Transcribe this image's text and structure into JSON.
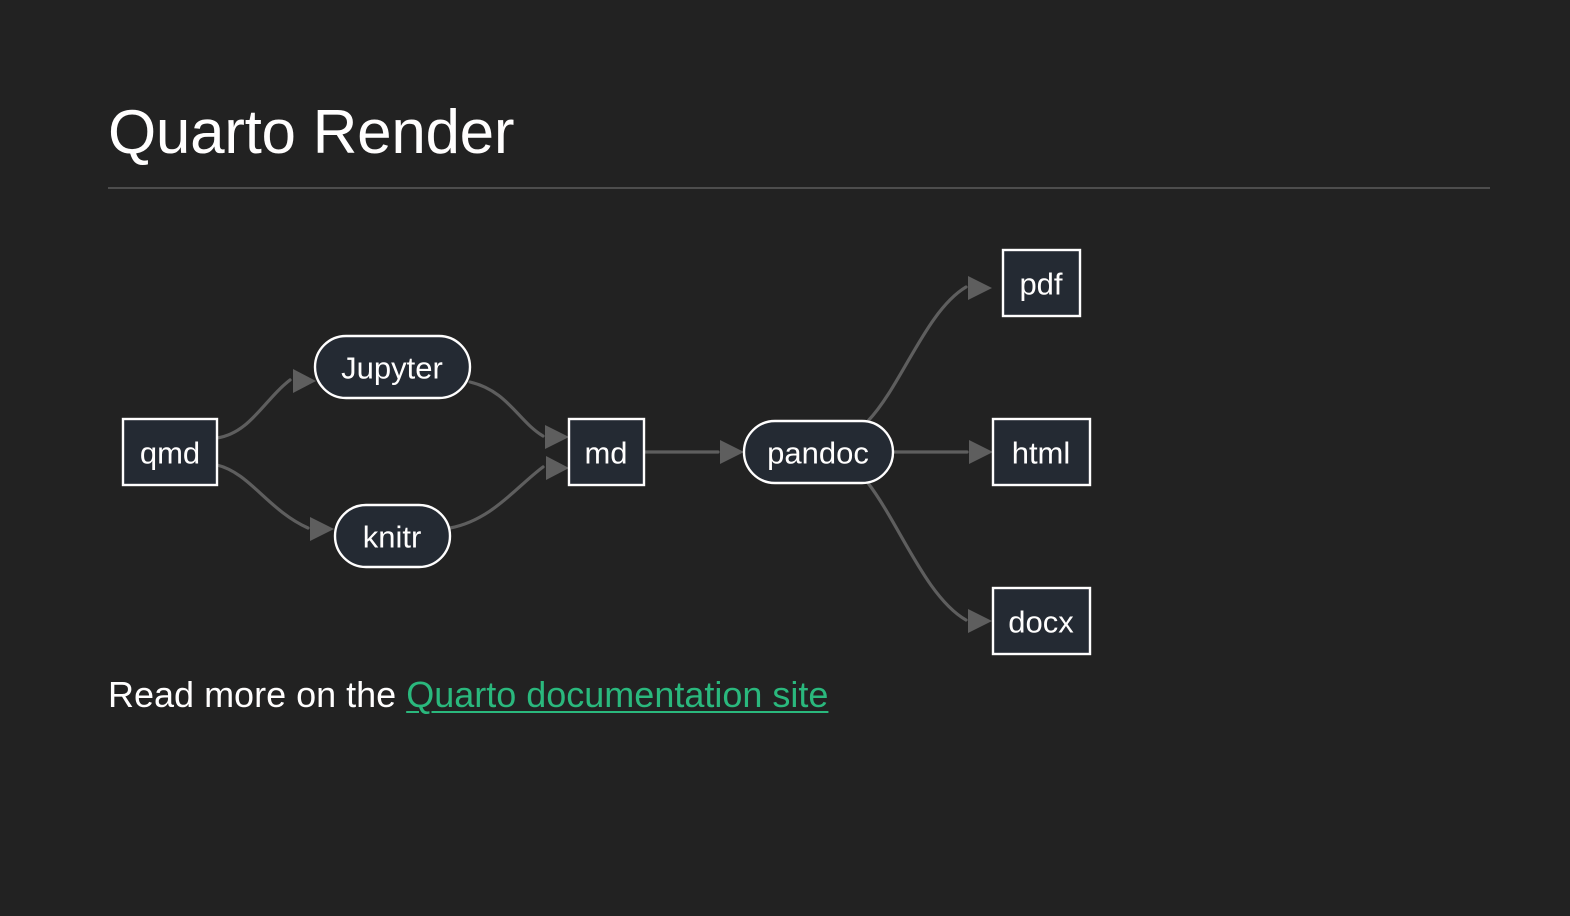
{
  "slide": {
    "title": "Quarto Render",
    "background_color": "#222222",
    "text_color": "#fffefe",
    "rule_color": "#4d4d4d"
  },
  "diagram": {
    "type": "flowchart",
    "direction": "left-to-right",
    "node_fill": "#242a33",
    "node_stroke": "#fffefe",
    "edge_color": "#5e5e5e",
    "nodes": [
      {
        "id": "qmd",
        "label": "qmd",
        "shape": "rect"
      },
      {
        "id": "jupyter",
        "label": "Jupyter",
        "shape": "stadium"
      },
      {
        "id": "knitr",
        "label": "knitr",
        "shape": "stadium"
      },
      {
        "id": "md",
        "label": "md",
        "shape": "rect"
      },
      {
        "id": "pandoc",
        "label": "pandoc",
        "shape": "stadium"
      },
      {
        "id": "pdf",
        "label": "pdf",
        "shape": "rect"
      },
      {
        "id": "html",
        "label": "html",
        "shape": "rect"
      },
      {
        "id": "docx",
        "label": "docx",
        "shape": "rect"
      }
    ],
    "edges": [
      {
        "from": "qmd",
        "to": "jupyter"
      },
      {
        "from": "qmd",
        "to": "knitr"
      },
      {
        "from": "jupyter",
        "to": "md"
      },
      {
        "from": "knitr",
        "to": "md"
      },
      {
        "from": "md",
        "to": "pandoc"
      },
      {
        "from": "pandoc",
        "to": "pdf"
      },
      {
        "from": "pandoc",
        "to": "html"
      },
      {
        "from": "pandoc",
        "to": "docx"
      }
    ]
  },
  "footer": {
    "lead_text": "Read more on the ",
    "link_text": "Quarto documentation site",
    "link_color": "#2ab87d"
  }
}
